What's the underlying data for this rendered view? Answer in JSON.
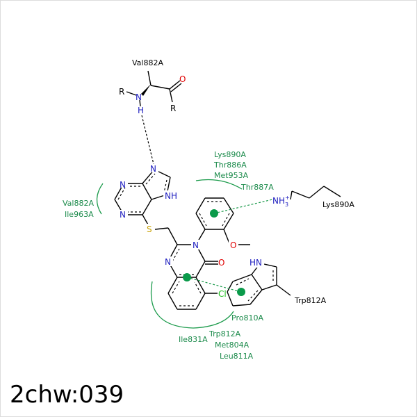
{
  "title": "2chw:039",
  "residues": {
    "val882_top": "Val882A",
    "lys890_right": "Lys890A",
    "trp812_right": "Trp812A",
    "hydro_top": [
      "Lys890A",
      "Thr886A",
      "Met953A",
      "Thr887A"
    ],
    "hydro_left": [
      "Val882A",
      "Ile963A"
    ],
    "hydro_bottom": [
      "Pro810A",
      "Ile831A",
      "Trp812A",
      "Met804A",
      "Leu811A"
    ]
  },
  "atoms": {
    "R": "R",
    "N": "N",
    "H": "H",
    "O": "O",
    "NH": "NH",
    "HN": "HN",
    "S": "S",
    "Cl": "Cl",
    "NH3": "NH",
    "NH3_sub": "3",
    "NH3_sup": "+"
  },
  "colors": {
    "nitrogen": "#2020c0",
    "oxygen": "#e00000",
    "sulfur": "#c8a000",
    "chlorine": "#20c020",
    "interaction": "#1a9a4a"
  }
}
